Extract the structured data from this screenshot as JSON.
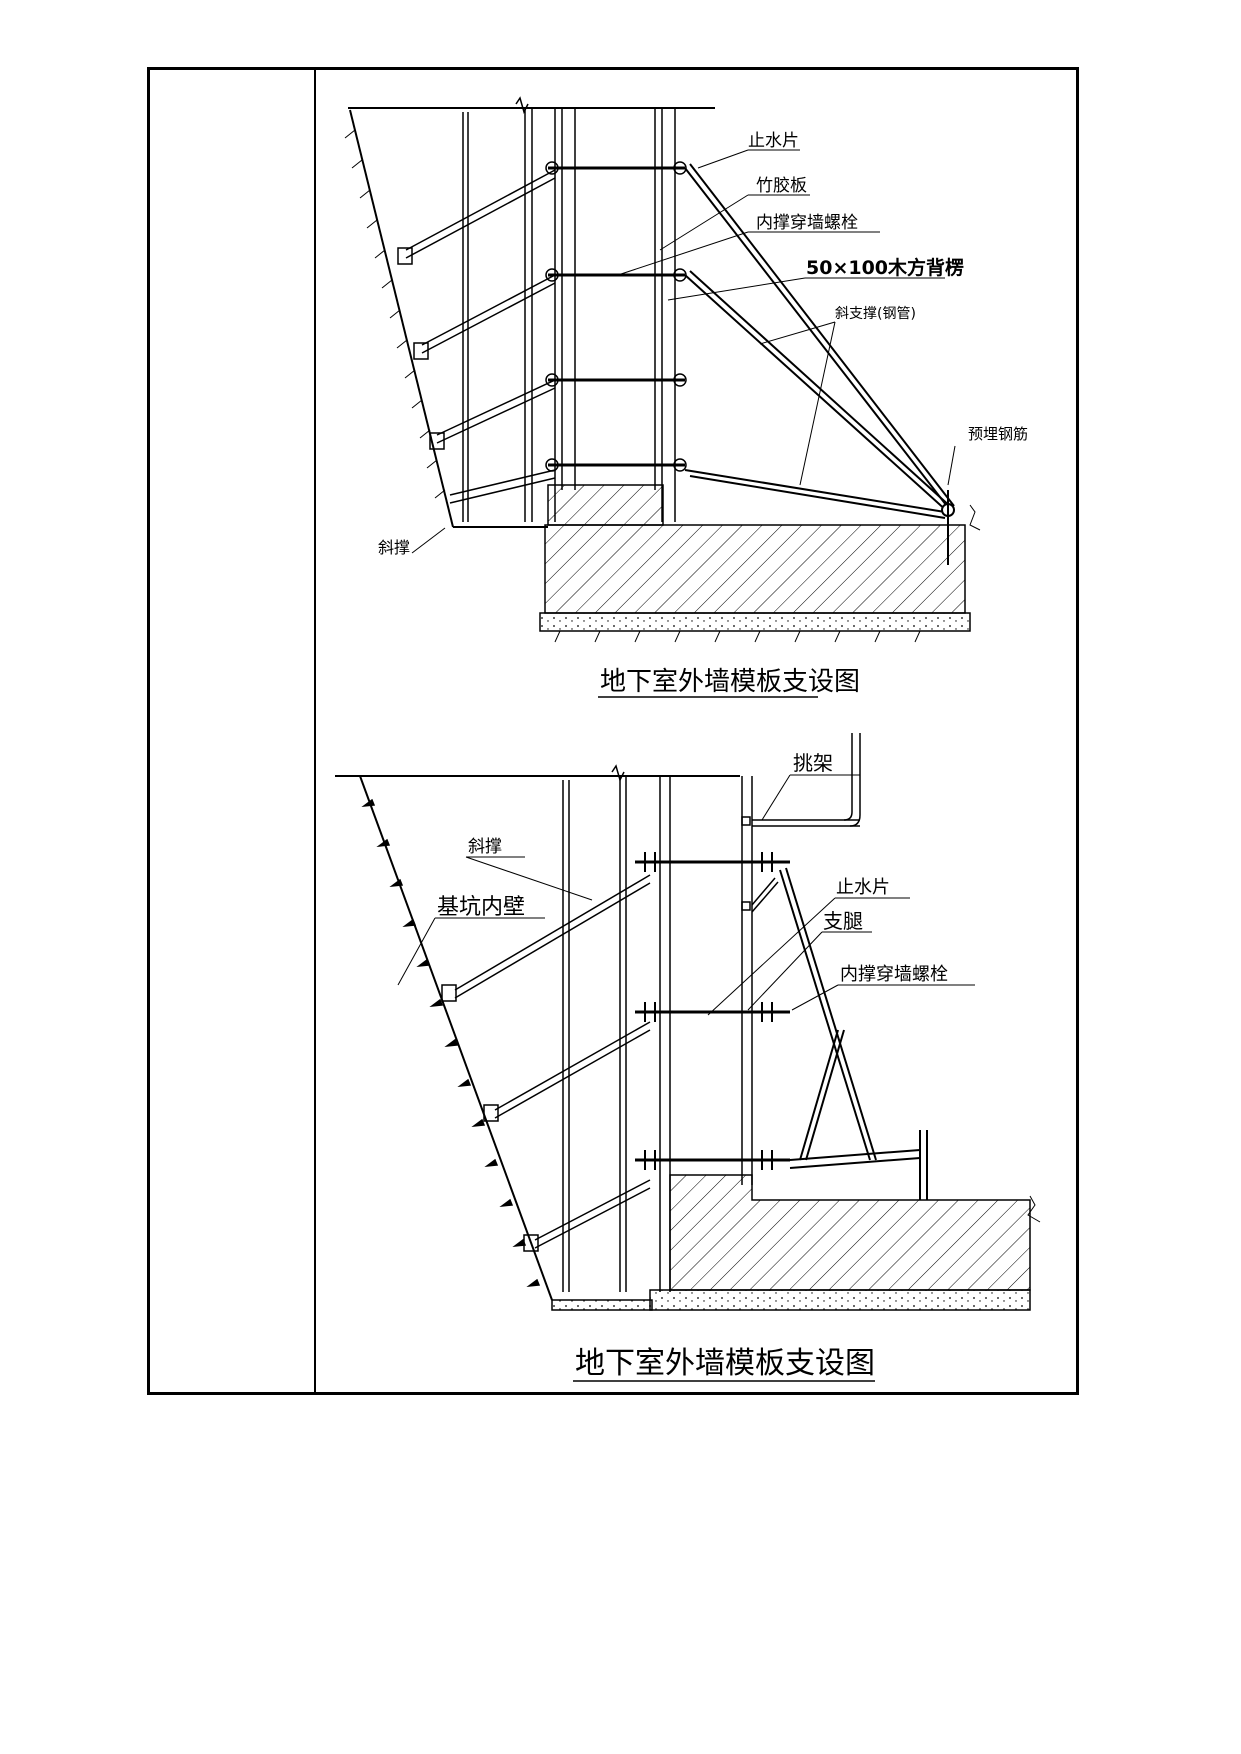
{
  "diagram1": {
    "caption": "地下室外墙模板支设图",
    "labels": {
      "waterstop": "止水片",
      "bamboo_board": "竹胶板",
      "bolt": "内撑穿墙螺栓",
      "timber": "50×100木方背楞",
      "diagonal_steel": "斜支撑(钢管)",
      "embedded_steel": "预埋钢筋",
      "diagonal": "斜撑"
    }
  },
  "diagram2": {
    "caption": "地下室外墙模板支设图",
    "labels": {
      "cantilever": "挑架",
      "diagonal": "斜撑",
      "pit_wall": "基坑内壁",
      "waterstop": "止水片",
      "support_leg": "支腿",
      "bolt": "内撑穿墙螺栓"
    }
  },
  "colors": {
    "line": "#000000",
    "background": "#ffffff"
  }
}
